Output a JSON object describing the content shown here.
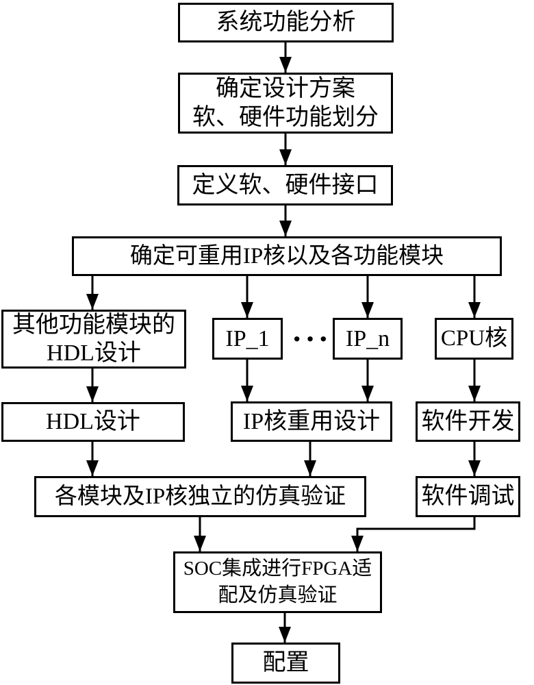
{
  "diagram": {
    "colors": {
      "line": "#000000",
      "background": "#ffffff",
      "text": "#000000"
    },
    "ellipsis": "···",
    "nodes": {
      "sys_analysis": {
        "label": "系统功能分析"
      },
      "design_scheme": {
        "label": "确定设计方案\n软、硬件功能划分"
      },
      "define_interface": {
        "label": "定义软、硬件接口"
      },
      "determine_ip": {
        "label": "确定可重用IP核以及各功能模块"
      },
      "other_modules": {
        "label": "其他功能模块的\nHDL设计"
      },
      "ip_1": {
        "label": "IP_1"
      },
      "ip_n": {
        "label": "IP_n"
      },
      "cpu_core": {
        "label": "CPU核"
      },
      "hdl_design": {
        "label": "HDL设计"
      },
      "ip_reuse": {
        "label": "IP核重用设计"
      },
      "software_dev": {
        "label": "软件开发"
      },
      "sim_verify": {
        "label": "各模块及IP核独立的仿真验证"
      },
      "software_debug": {
        "label": "软件调试"
      },
      "soc_integration": {
        "label": "SOC集成进行FPGA适\n配及仿真验证"
      },
      "configuration": {
        "label": "配置"
      }
    },
    "edges": [
      {
        "from": "sys_analysis",
        "to": "design_scheme"
      },
      {
        "from": "design_scheme",
        "to": "define_interface"
      },
      {
        "from": "define_interface",
        "to": "determine_ip"
      },
      {
        "from": "determine_ip",
        "to": "other_modules"
      },
      {
        "from": "determine_ip",
        "to": "ip_1"
      },
      {
        "from": "determine_ip",
        "to": "ip_n"
      },
      {
        "from": "determine_ip",
        "to": "cpu_core"
      },
      {
        "from": "other_modules",
        "to": "hdl_design"
      },
      {
        "from": "ip_1",
        "to": "ip_reuse"
      },
      {
        "from": "ip_n",
        "to": "ip_reuse"
      },
      {
        "from": "cpu_core",
        "to": "software_dev"
      },
      {
        "from": "hdl_design",
        "to": "sim_verify"
      },
      {
        "from": "ip_reuse",
        "to": "sim_verify"
      },
      {
        "from": "software_dev",
        "to": "software_debug"
      },
      {
        "from": "sim_verify",
        "to": "soc_integration"
      },
      {
        "from": "software_debug",
        "to": "soc_integration"
      },
      {
        "from": "soc_integration",
        "to": "configuration"
      }
    ]
  }
}
